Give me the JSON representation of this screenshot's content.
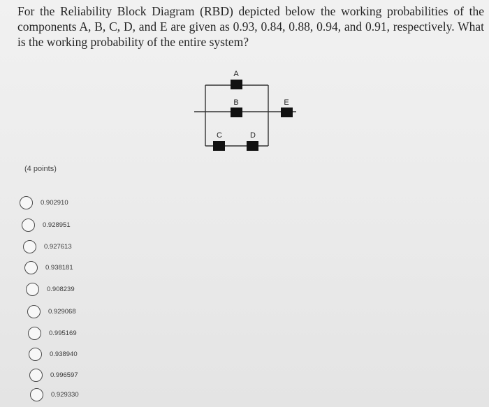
{
  "question": {
    "text": "For the Reliability Block Diagram (RBD) depicted below the working probabilities of the components A, B, C, D, and E are given as 0.93, 0.84, 0.88, 0.94, and 0.91, respectively. What is the working probability of the entire system?"
  },
  "diagram": {
    "labels": {
      "a": "A",
      "b": "B",
      "c": "C",
      "d": "D",
      "e": "E"
    },
    "block_color": "#111111",
    "line_color": "#333333"
  },
  "points_label": "(4 points)",
  "options": [
    "0.902910",
    "0.928951",
    "0.927613",
    "0.938181",
    "0.908239",
    "0.929068",
    "0.995169",
    "0.938940",
    "0.996597",
    "0.929330"
  ]
}
